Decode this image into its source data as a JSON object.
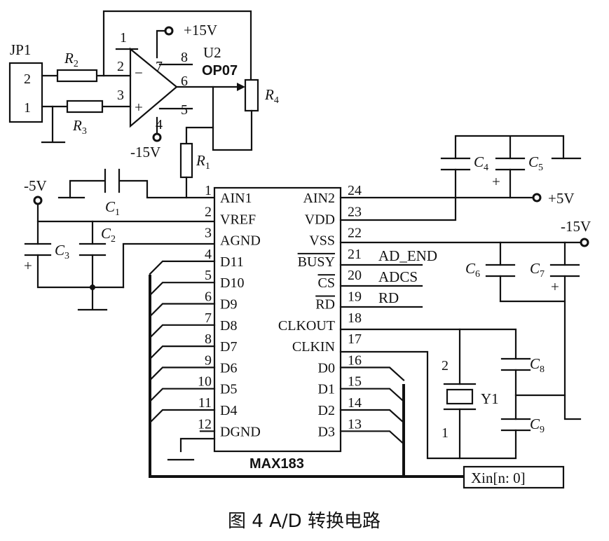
{
  "caption": "图 4   A/D 转换电路",
  "header": {
    "name": "JP1",
    "pins": [
      "2",
      "1"
    ]
  },
  "opamp": {
    "ref": "U2",
    "part": "OP07",
    "pins": [
      "1",
      "2",
      "3",
      "4",
      "5",
      "6",
      "7",
      "8"
    ],
    "minus": "−",
    "plus": "+"
  },
  "rails": {
    "op_pos": "+15V",
    "op_neg": "-15V",
    "adc_neg5": "-5V",
    "adc_pos5": "+5V",
    "adc_neg15": "-15V"
  },
  "components": {
    "R2": {
      "letter": "R",
      "sub": "2"
    },
    "R3": {
      "letter": "R",
      "sub": "3"
    },
    "R4": {
      "letter": "R",
      "sub": "4"
    },
    "R1": {
      "letter": "R",
      "sub": "1"
    },
    "C1": {
      "letter": "C",
      "sub": "1"
    },
    "C2": {
      "letter": "C",
      "sub": "2"
    },
    "C3": {
      "letter": "C",
      "sub": "3"
    },
    "C4": {
      "letter": "C",
      "sub": "4"
    },
    "C5": {
      "letter": "C",
      "sub": "5"
    },
    "C6": {
      "letter": "C",
      "sub": "6"
    },
    "C7": {
      "letter": "C",
      "sub": "7"
    },
    "C8": {
      "letter": "C",
      "sub": "8"
    },
    "C9": {
      "letter": "C",
      "sub": "9"
    },
    "plus_sign": "+"
  },
  "crystal": {
    "ref": "Y1",
    "pins": [
      "2",
      "1"
    ]
  },
  "adc": {
    "name": "MAX183",
    "left_pins": [
      {
        "num": "1",
        "name": "AIN1"
      },
      {
        "num": "2",
        "name": "VREF"
      },
      {
        "num": "3",
        "name": "AGND"
      },
      {
        "num": "4",
        "name": "D11"
      },
      {
        "num": "5",
        "name": "D10"
      },
      {
        "num": "6",
        "name": "D9"
      },
      {
        "num": "7",
        "name": "D8"
      },
      {
        "num": "8",
        "name": "D7"
      },
      {
        "num": "9",
        "name": "D6"
      },
      {
        "num": "10",
        "name": "D5"
      },
      {
        "num": "11",
        "name": "D4"
      },
      {
        "num": "12",
        "name": "DGND"
      }
    ],
    "right_pins": [
      {
        "num": "24",
        "name": "AIN2"
      },
      {
        "num": "23",
        "name": "VDD"
      },
      {
        "num": "22",
        "name": "VSS"
      },
      {
        "num": "21",
        "name": "BUSY"
      },
      {
        "num": "20",
        "name": "CS"
      },
      {
        "num": "19",
        "name": "RD"
      },
      {
        "num": "18",
        "name": "CLKOUT"
      },
      {
        "num": "17",
        "name": "CLKIN"
      },
      {
        "num": "16",
        "name": "D0"
      },
      {
        "num": "15",
        "name": "D1"
      },
      {
        "num": "14",
        "name": "D2"
      },
      {
        "num": "13",
        "name": "D3"
      }
    ]
  },
  "signals": [
    "AD_END",
    "ADCS",
    "RD"
  ],
  "bus_label": "Xin[n: 0]"
}
